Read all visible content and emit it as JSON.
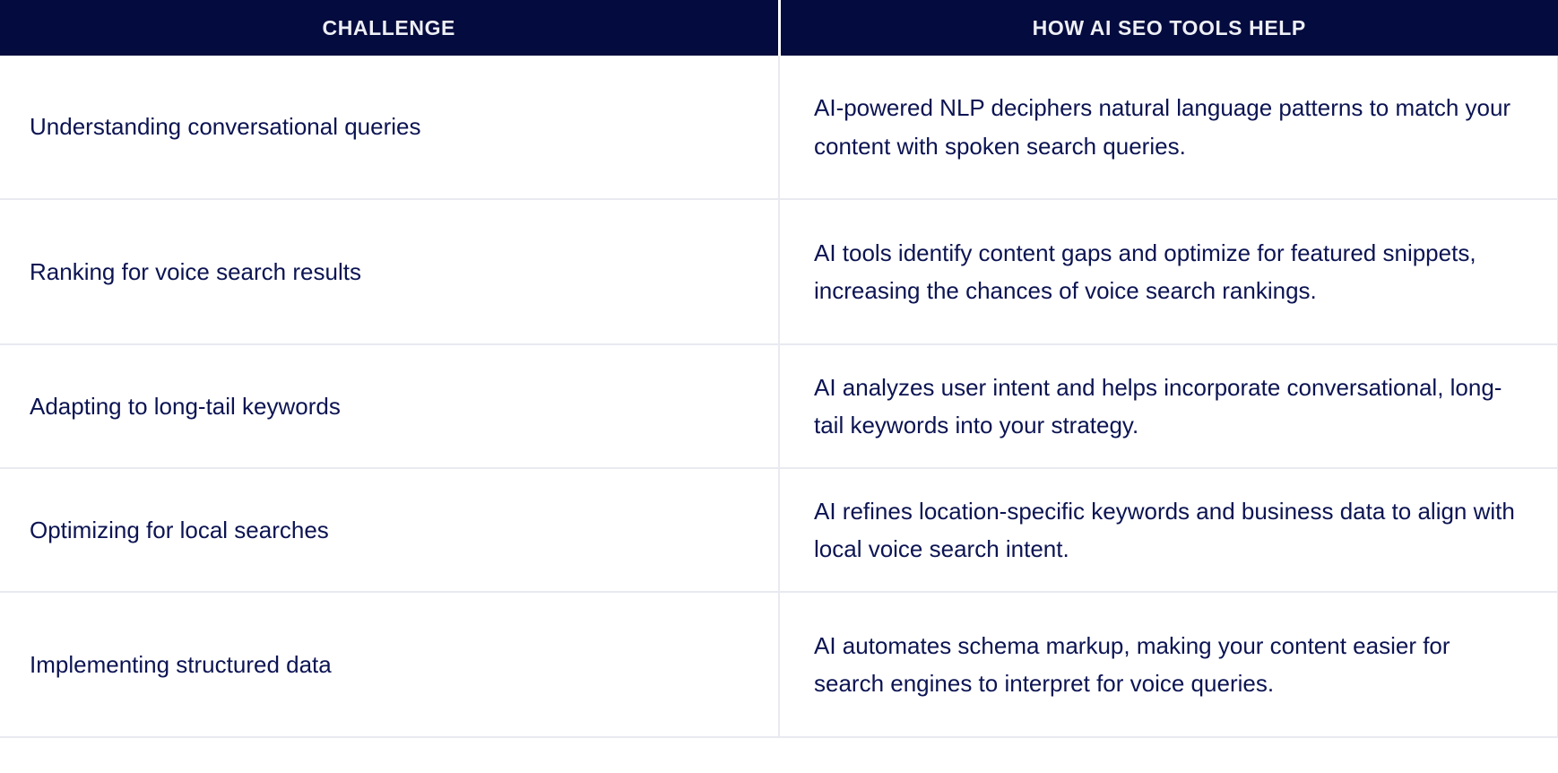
{
  "table": {
    "headers": [
      {
        "label": "CHALLENGE",
        "key": "challenge"
      },
      {
        "label": "HOW AI SEO TOOLS HELP",
        "key": "help"
      }
    ],
    "header_background": "#040B3E",
    "header_text_color": "#EDEFF5",
    "body_text_color": "#0C1452",
    "row_border_color": "#E8EAF0",
    "rows": [
      {
        "challenge": "Understanding conversational queries",
        "help": "AI-powered NLP deciphers natural language patterns to match your content with spoken search queries."
      },
      {
        "challenge": "Ranking for voice search results",
        "help": "AI tools identify content gaps and optimize for featured snippets, increasing the chances of voice search rankings."
      },
      {
        "challenge": "Adapting to long-tail keywords",
        "help": "AI analyzes user intent and helps incorporate conversational, long-tail keywords into your strategy."
      },
      {
        "challenge": "Optimizing for local searches",
        "help": "AI refines location-specific keywords and business data to align with local voice search intent."
      },
      {
        "challenge": "Implementing structured data",
        "help": "AI automates schema markup, making your content easier for search engines to interpret for voice queries."
      }
    ]
  }
}
